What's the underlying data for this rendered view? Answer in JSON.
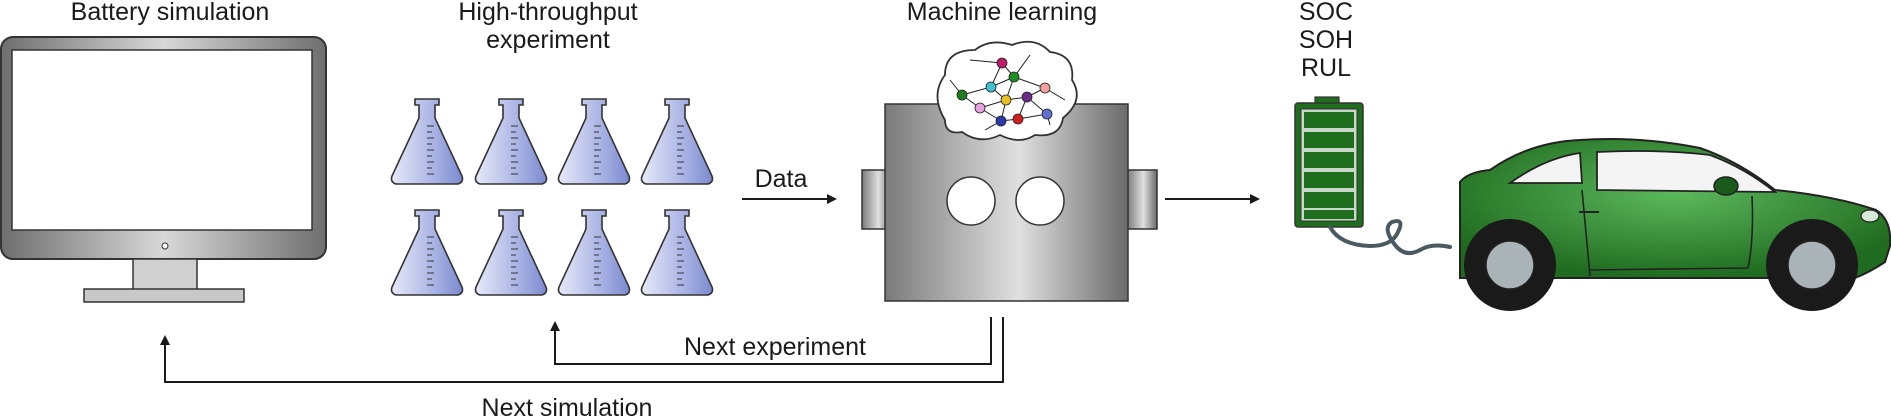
{
  "labels": {
    "battery_simulation": "Battery simulation",
    "high_throughput_line1": "High-throughput",
    "high_throughput_line2": "experiment",
    "machine_learning": "Machine learning",
    "data": "Data",
    "next_experiment": "Next experiment",
    "next_simulation": "Next simulation",
    "soc": "SOC",
    "soh": "SOH",
    "rul": "RUL"
  },
  "colors": {
    "flask_fill": "#9aa7dc",
    "battery_green": "#1e6e1e",
    "car_green": "#2e8b2e",
    "monitor_gray": "#8c8c8c",
    "arrow": "#1a1a1a"
  },
  "icons": {
    "monitor": "monitor-icon",
    "flask": "flask-icon",
    "robot": "robot-icon",
    "brain": "brain-network-icon",
    "battery": "battery-icon",
    "car": "electric-car-icon"
  }
}
